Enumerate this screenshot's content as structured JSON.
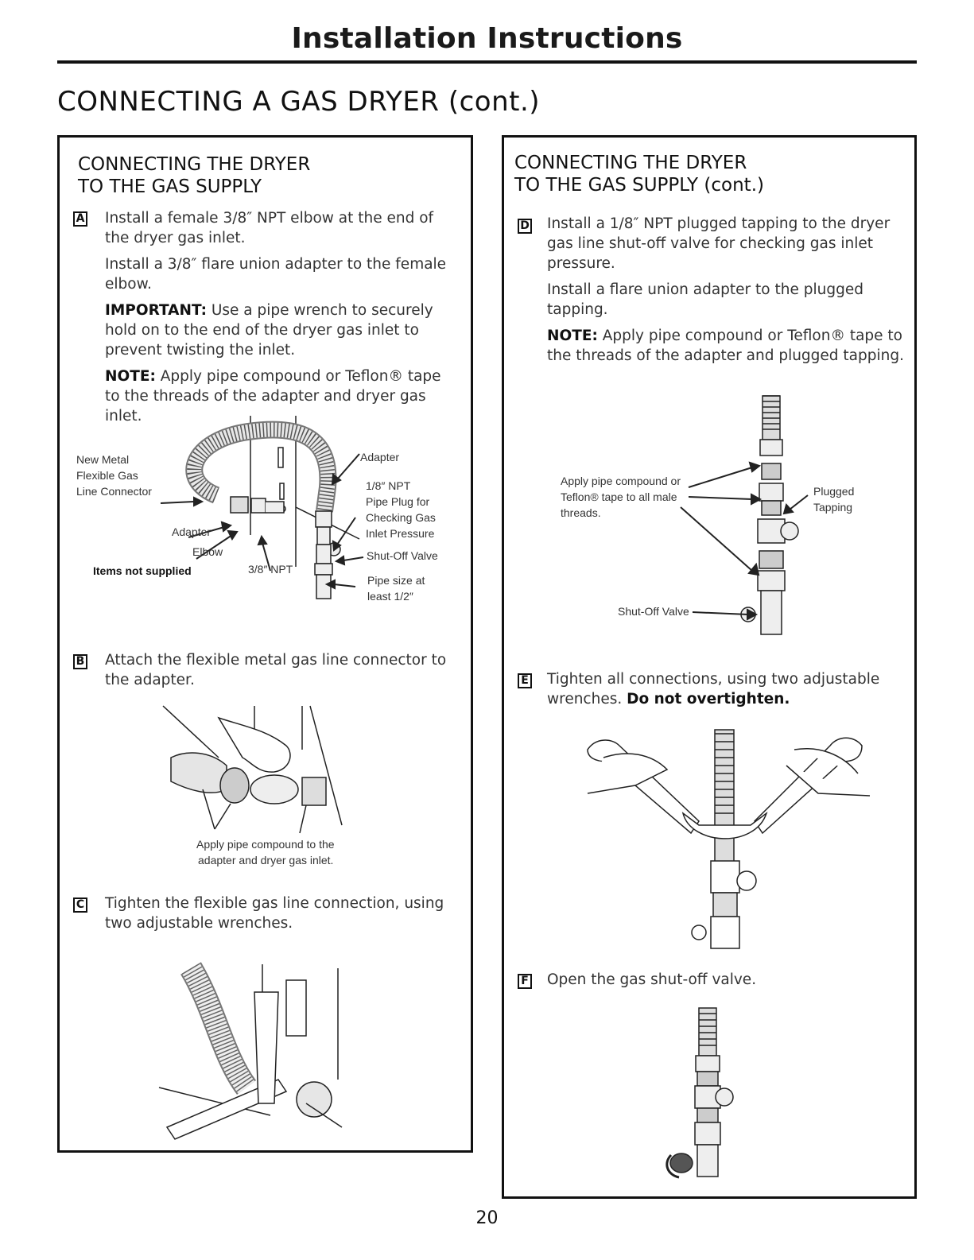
{
  "header": {
    "title": "Installation Instructions",
    "section_title": "CONNECTING A GAS DRYER (cont.)"
  },
  "left_panel": {
    "heading_line1": "CONNECTING THE DRYER",
    "heading_line2": "TO THE GAS SUPPLY",
    "step_a": {
      "badge": "A",
      "line1": "Install a female 3/8″ NPT elbow at the end of the dryer gas inlet.",
      "line2": "Install a 3/8″ flare union adapter to the female elbow.",
      "important_label": "IMPORTANT:",
      "important_text": " Use a pipe wrench to securely hold on to the end of the dryer gas inlet to prevent twisting the inlet.",
      "note_label": "NOTE:",
      "note_text": " Apply pipe compound or Teflon® tape to the threads of the adapter and dryer gas inlet."
    },
    "figure_a": {
      "label_connector_1": "New Metal",
      "label_connector_2": "Flexible Gas",
      "label_connector_3": "Line Connector",
      "label_adapter_left": "Adapter",
      "label_elbow": "Elbow",
      "label_npt_38": "3/8″ NPT",
      "label_items_not_supplied": "Items not supplied",
      "label_adapter_right": "Adapter",
      "label_plug_1": "1/8″ NPT",
      "label_plug_2": "Pipe Plug for",
      "label_plug_3": "Checking Gas",
      "label_plug_4": "Inlet Pressure",
      "label_shutoff": "Shut-Off Valve",
      "label_pipe_1": "Pipe size at",
      "label_pipe_2": "least 1/2″"
    },
    "step_b": {
      "badge": "B",
      "text": "Attach the flexible metal gas line connector to the adapter."
    },
    "figure_b": {
      "caption_1": "Apply pipe compound to the",
      "caption_2": "adapter and dryer gas inlet."
    },
    "step_c": {
      "badge": "C",
      "text": "Tighten the flexible gas line connection, using two adjustable wrenches."
    }
  },
  "right_panel": {
    "heading_line1": "CONNECTING THE DRYER",
    "heading_line2": "TO THE GAS SUPPLY (cont.)",
    "step_d": {
      "badge": "D",
      "line1": "Install a 1/8″ NPT plugged tapping to the dryer gas line shut-off valve for checking gas inlet pressure.",
      "line2": "Install a flare union adapter to the plugged tapping.",
      "note_label": "NOTE:",
      "note_text": " Apply pipe compound or Teflon® tape to the threads of the adapter and plugged tapping."
    },
    "figure_d": {
      "label_apply_1": "Apply pipe compound or",
      "label_apply_2": "Teflon® tape to all male",
      "label_apply_3": "threads.",
      "label_plugged_1": "Plugged",
      "label_plugged_2": "Tapping",
      "label_shutoff": "Shut-Off Valve"
    },
    "step_e": {
      "badge": "E",
      "text": "Tighten all connections, using two adjustable wrenches. ",
      "bold_text": "Do not overtighten."
    },
    "step_f": {
      "badge": "F",
      "text": "Open the gas shut-off valve."
    }
  },
  "page_number": "20"
}
